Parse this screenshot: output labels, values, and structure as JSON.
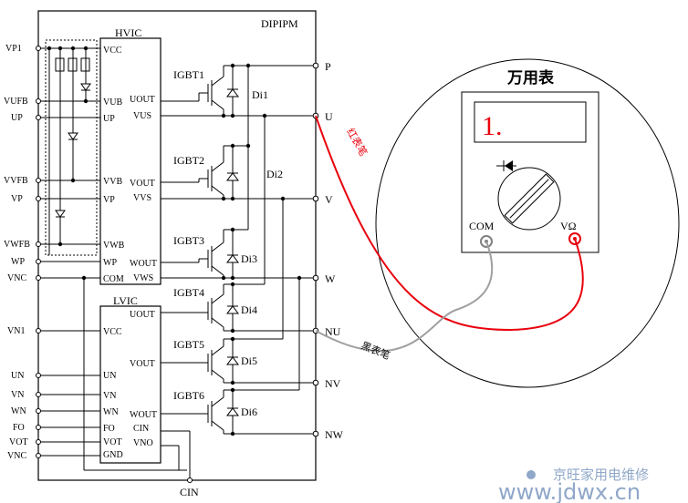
{
  "module": {
    "name": "DIPIPM",
    "hvic_label": "HVIC",
    "lvic_label": "LVIC",
    "left_pins": [
      "VP1",
      "VUFB",
      "UP",
      "VVFB",
      "VP",
      "VWFB",
      "WP",
      "VNC",
      "VN1",
      "UN",
      "VN",
      "WN",
      "FO",
      "VOT",
      "VNC"
    ],
    "hvic_pins": [
      "VCC",
      "VUB",
      "UP",
      "VVB",
      "VP",
      "VWB",
      "WP",
      "COM"
    ],
    "hvic_outputs": [
      "UOUT",
      "VUS",
      "VOUT",
      "VVS",
      "WOUT",
      "VWS"
    ],
    "lvic_pins": [
      "VCC",
      "UN",
      "VN",
      "WN",
      "FO",
      "VOT",
      "GND"
    ],
    "lvic_outputs": [
      "UOUT",
      "VOUT",
      "WOUT",
      "CIN",
      "VNO"
    ],
    "igbts": [
      "IGBT1",
      "IGBT2",
      "IGBT3",
      "IGBT4",
      "IGBT5",
      "IGBT6"
    ],
    "diodes": [
      "Di1",
      "Di2",
      "Di3",
      "Di4",
      "Di5",
      "Di6"
    ],
    "right_terminals": [
      "P",
      "U",
      "V",
      "W",
      "NU",
      "NV",
      "NW"
    ],
    "bottom_terminal": "CIN"
  },
  "meter": {
    "title": "万用表",
    "display": "1.",
    "com_label": "COM",
    "vo_label": "VΩ",
    "red_lead_label": "红表笔",
    "black_lead_label": "黑表笔",
    "red_color": "#e8000d",
    "black_color": "#a0a0a0"
  },
  "watermark": {
    "text": "京旺家用电维修",
    "url": "www.jdwx.cn"
  }
}
